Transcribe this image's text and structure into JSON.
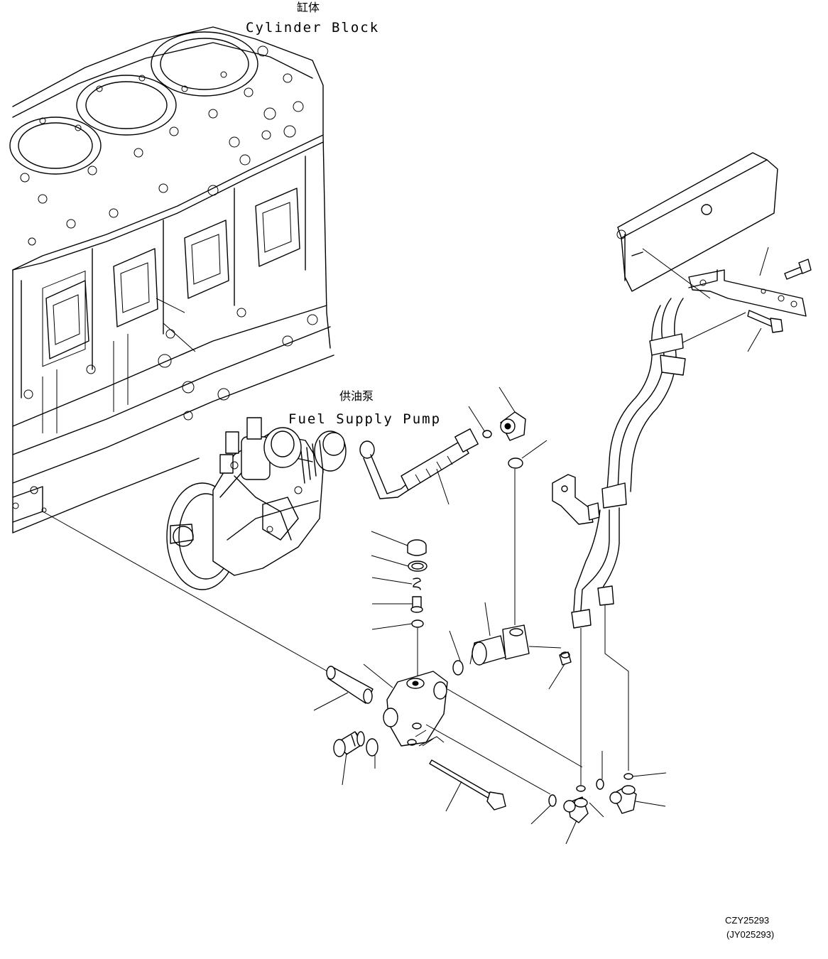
{
  "labels": {
    "cylinder_block_cn": "缸体",
    "cylinder_block_en": "Cylinder Block",
    "fuel_pump_cn": "供油泵",
    "fuel_pump_en": "Fuel Supply Pump"
  },
  "drawing_codes": {
    "primary": "CZY25293",
    "secondary": "(JY025293)"
  }
}
